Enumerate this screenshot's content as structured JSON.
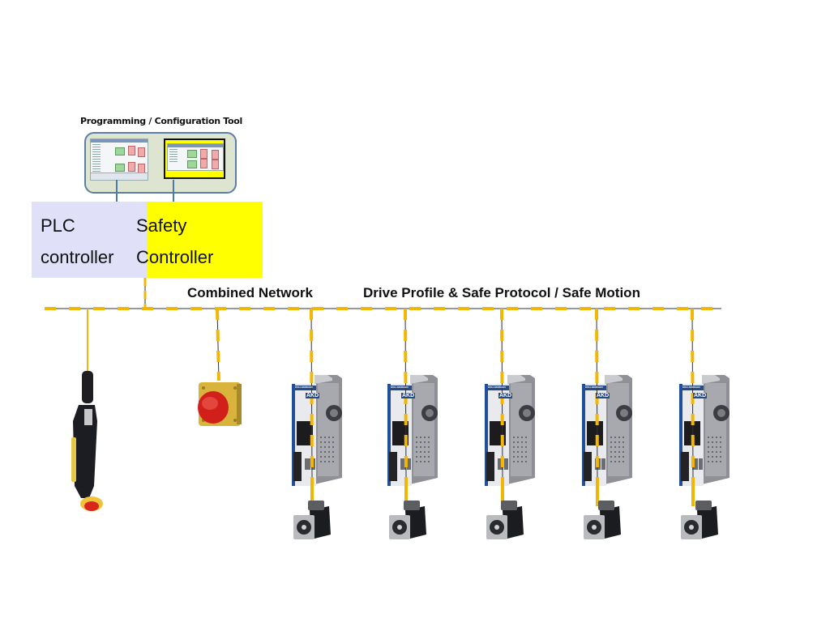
{
  "tool": {
    "title": "Programming / Configuration Tool",
    "screens": [
      "plc-config-screen",
      "safety-config-screen"
    ]
  },
  "controllers": {
    "plc": {
      "line1": "PLC",
      "line2": "controller"
    },
    "safety": {
      "line1": "Safety",
      "line2": "Controller"
    }
  },
  "network": {
    "label_left": "Combined Network",
    "label_right": "Drive Profile & Safe Protocol / Safe Motion"
  },
  "devices": {
    "pendant": "enabling-pendant",
    "estop": "emergency-stop-box",
    "drives": [
      {
        "brand": "KOLLMORGEN",
        "model": "AKD"
      },
      {
        "brand": "KOLLMORGEN",
        "model": "AKD"
      },
      {
        "brand": "KOLLMORGEN",
        "model": "AKD"
      },
      {
        "brand": "KOLLMORGEN",
        "model": "AKD"
      },
      {
        "brand": "KOLLMORGEN",
        "model": "AKD"
      }
    ]
  },
  "colors": {
    "plc_bg": "#e0e0f8",
    "safety_bg": "#ffff00",
    "network_dash": "#f2b705",
    "tool_bg": "#dde4cf",
    "tool_border": "#5b7ea6"
  }
}
